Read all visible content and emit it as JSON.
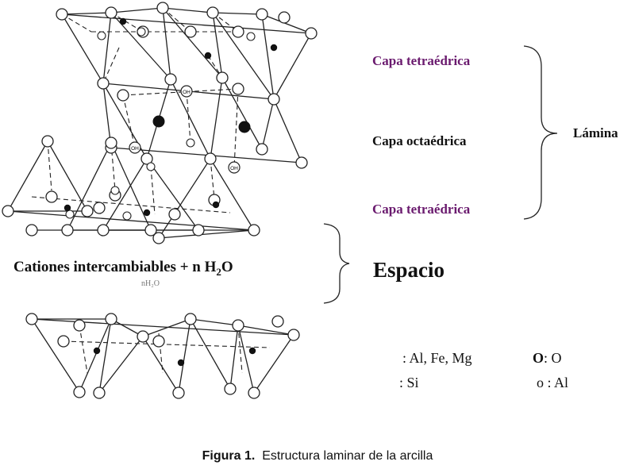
{
  "labels": {
    "tetra_top": "Capa tetraédrica",
    "octa": "Capa octaédrica",
    "tetra_bottom": "Capa tetraédrica",
    "lamina": "Lámina",
    "espacio": "Espacio",
    "cations_main": "Cationes intercambiables + n H",
    "cations_sub": "2",
    "cations_tail": "O",
    "faint_mark": "nH₂O"
  },
  "legend": {
    "row1_left": ": Al, Fe, Mg",
    "row1_right_bold": "O",
    "row1_right_rest": ": O",
    "row2_left": ":  Si",
    "row2_right": "o : Al"
  },
  "atom_labels": {
    "oh": "OH"
  },
  "caption": {
    "prefix": "Figura 1.",
    "text": "Estructura laminar de la arcilla"
  },
  "colors": {
    "purple": "#6a1a6e",
    "ink": "#111111"
  }
}
